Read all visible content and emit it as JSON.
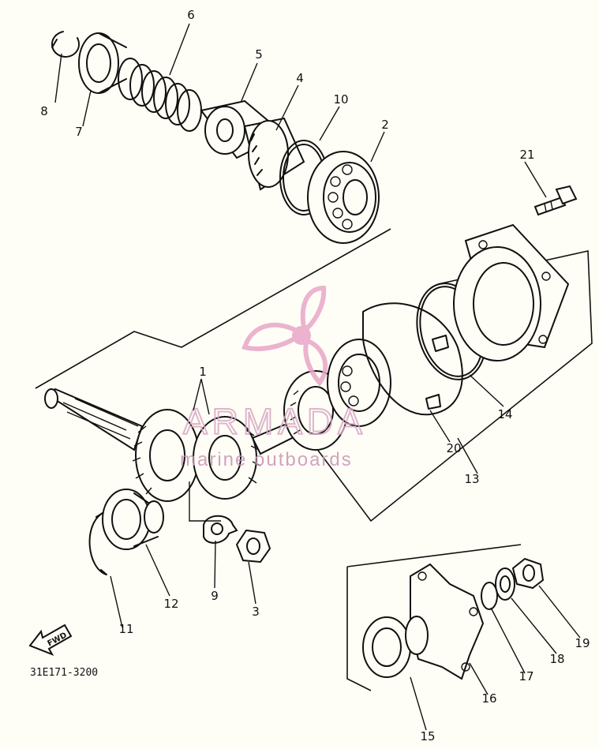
{
  "diagram_code": "31E171-3200",
  "direction_arrow": "FWD",
  "watermark": {
    "brand": "ARMADA",
    "tagline": "marine outboards",
    "logo_color": "#e8a7c8"
  },
  "callouts": [
    "1",
    "2",
    "3",
    "4",
    "5",
    "6",
    "7",
    "8",
    "9",
    "10",
    "11",
    "12",
    "13",
    "14",
    "15",
    "16",
    "17",
    "18",
    "19",
    "20",
    "21"
  ]
}
